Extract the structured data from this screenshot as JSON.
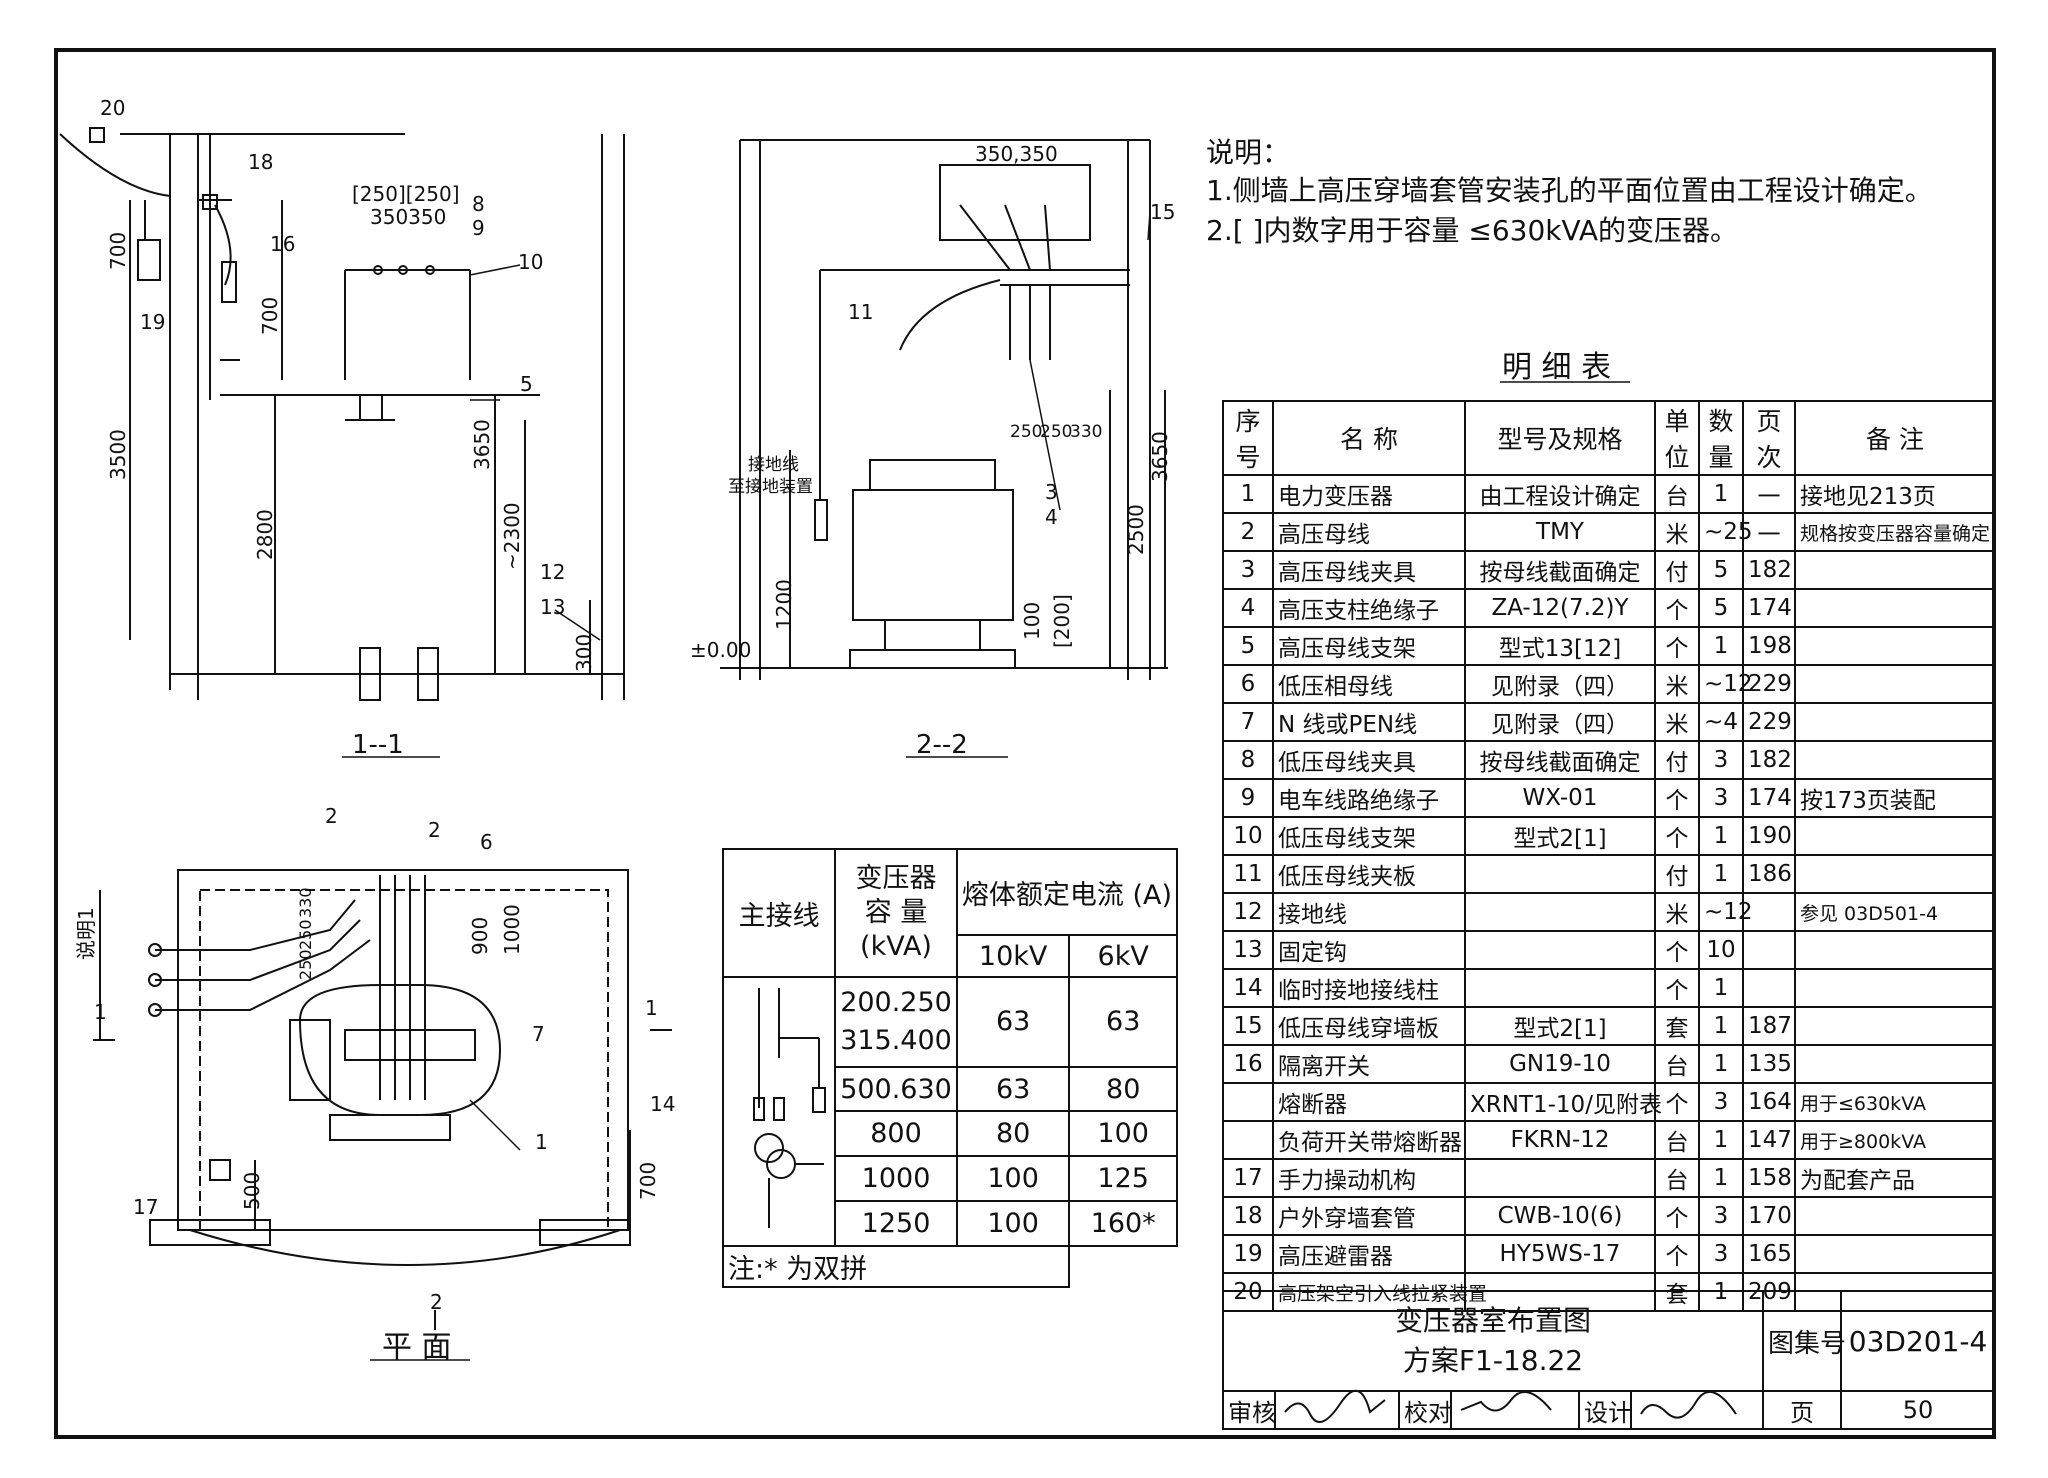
{
  "notes": {
    "heading": "说明：",
    "items": [
      "1.侧墙上高压穿墙套管安装孔的平面位置由工程设计确定。",
      "2.[ ]内数字用于容量 ≤630kVA的变压器。"
    ]
  },
  "drawing_labels": {
    "section_1": "1--1",
    "section_2": "2--2",
    "plan": "平 面",
    "ground": "接地线",
    "ground_device": "至接地装置",
    "level": "±0.00",
    "explain": "说明1",
    "markers": [
      "20",
      "18",
      "16",
      "19",
      "8",
      "9",
      "10",
      "5",
      "12",
      "13",
      "11",
      "15",
      "3",
      "4",
      "2",
      "2",
      "6",
      "7",
      "1",
      "14",
      "17",
      "1",
      "1",
      "2"
    ],
    "dims_v": [
      "700",
      "3500",
      "700",
      "2800",
      "3650",
      "~2300",
      "300",
      "1200",
      "3650",
      "2500",
      "100",
      "[200]",
      "1000",
      "900",
      "500",
      "700"
    ],
    "dims_h": [
      "[250][250]",
      "350350",
      "350,350",
      "250",
      "250",
      "330",
      "330",
      "250",
      "250"
    ]
  },
  "fuse_table": {
    "col_main": "主接线",
    "col_capacity": [
      "变压器",
      "容  量",
      "(kVA)"
    ],
    "col_fuse": "熔体额定电流 (A)",
    "col_10kv": "10kV",
    "col_6kv": "6kV",
    "rows": [
      {
        "cap": "200.250\n315.400",
        "kv10": "63",
        "kv6": "63"
      },
      {
        "cap": "500.630",
        "kv10": "63",
        "kv6": "80"
      },
      {
        "cap": "800",
        "kv10": "80",
        "kv6": "100"
      },
      {
        "cap": "1000",
        "kv10": "100",
        "kv6": "125"
      },
      {
        "cap": "1250",
        "kv10": "100",
        "kv6": "160*"
      }
    ],
    "footnote": "注:* 为双拼"
  },
  "parts": {
    "title": "明 细 表",
    "headers": [
      "序号",
      "名    称",
      "型号及规格",
      "单位",
      "数量",
      "页次",
      "备    注"
    ],
    "rows": [
      [
        "1",
        "电力变压器",
        "由工程设计确定",
        "台",
        "1",
        "一",
        "接地见213页"
      ],
      [
        "2",
        "高压母线",
        "TMY",
        "米",
        "~25",
        "一",
        "规格按变压器容量确定"
      ],
      [
        "3",
        "高压母线夹具",
        "按母线截面确定",
        "付",
        "5",
        "182",
        ""
      ],
      [
        "4",
        "高压支柱绝缘子",
        "ZA-12(7.2)Y",
        "个",
        "5",
        "174",
        ""
      ],
      [
        "5",
        "高压母线支架",
        "型式13[12]",
        "个",
        "1",
        "198",
        ""
      ],
      [
        "6",
        "低压相母线",
        "见附录（四）",
        "米",
        "~12",
        "229",
        ""
      ],
      [
        "7",
        "N 线或PEN线",
        "见附录（四）",
        "米",
        "~4",
        "229",
        ""
      ],
      [
        "8",
        "低压母线夹具",
        "按母线截面确定",
        "付",
        "3",
        "182",
        ""
      ],
      [
        "9",
        "电车线路绝缘子",
        "WX-01",
        "个",
        "3",
        "174",
        "按173页装配"
      ],
      [
        "10",
        "低压母线支架",
        "型式2[1]",
        "个",
        "1",
        "190",
        ""
      ],
      [
        "11",
        "低压母线夹板",
        "",
        "付",
        "1",
        "186",
        ""
      ],
      [
        "12",
        "接地线",
        "",
        "米",
        "~12",
        "",
        "参见 03D501-4"
      ],
      [
        "13",
        "固定钩",
        "",
        "个",
        "10",
        "",
        ""
      ],
      [
        "14",
        "临时接地接线柱",
        "",
        "个",
        "1",
        "",
        ""
      ],
      [
        "15",
        "低压母线穿墙板",
        "型式2[1]",
        "套",
        "1",
        "187",
        ""
      ],
      [
        "16",
        "隔离开关",
        "GN19-10",
        "台",
        "1",
        "135",
        ""
      ],
      [
        "",
        "熔断器",
        "XRNT1-10/见附表",
        "个",
        "3",
        "164",
        "用于≤630kVA"
      ],
      [
        "",
        "负荷开关带熔断器",
        "FKRN-12",
        "台",
        "1",
        "147",
        "用于≥800kVA"
      ],
      [
        "17",
        "手力操动机构",
        "",
        "台",
        "1",
        "158",
        "为配套产品"
      ],
      [
        "18",
        "户外穿墙套管",
        "CWB-10(6)",
        "个",
        "3",
        "170",
        ""
      ],
      [
        "19",
        "高压避雷器",
        "HY5WS-17",
        "个",
        "3",
        "165",
        ""
      ],
      [
        "20",
        "高压架空引入线拉紧装置",
        "",
        "套",
        "1",
        "209",
        ""
      ]
    ]
  },
  "title_block": {
    "title": "变压器室布置图",
    "scheme": "方案F1-18.22",
    "atlas_label": "图集号",
    "atlas_no": "03D201-4",
    "review": "审核",
    "proof": "校对",
    "design": "设计",
    "page_label": "页",
    "page_no": "50"
  }
}
